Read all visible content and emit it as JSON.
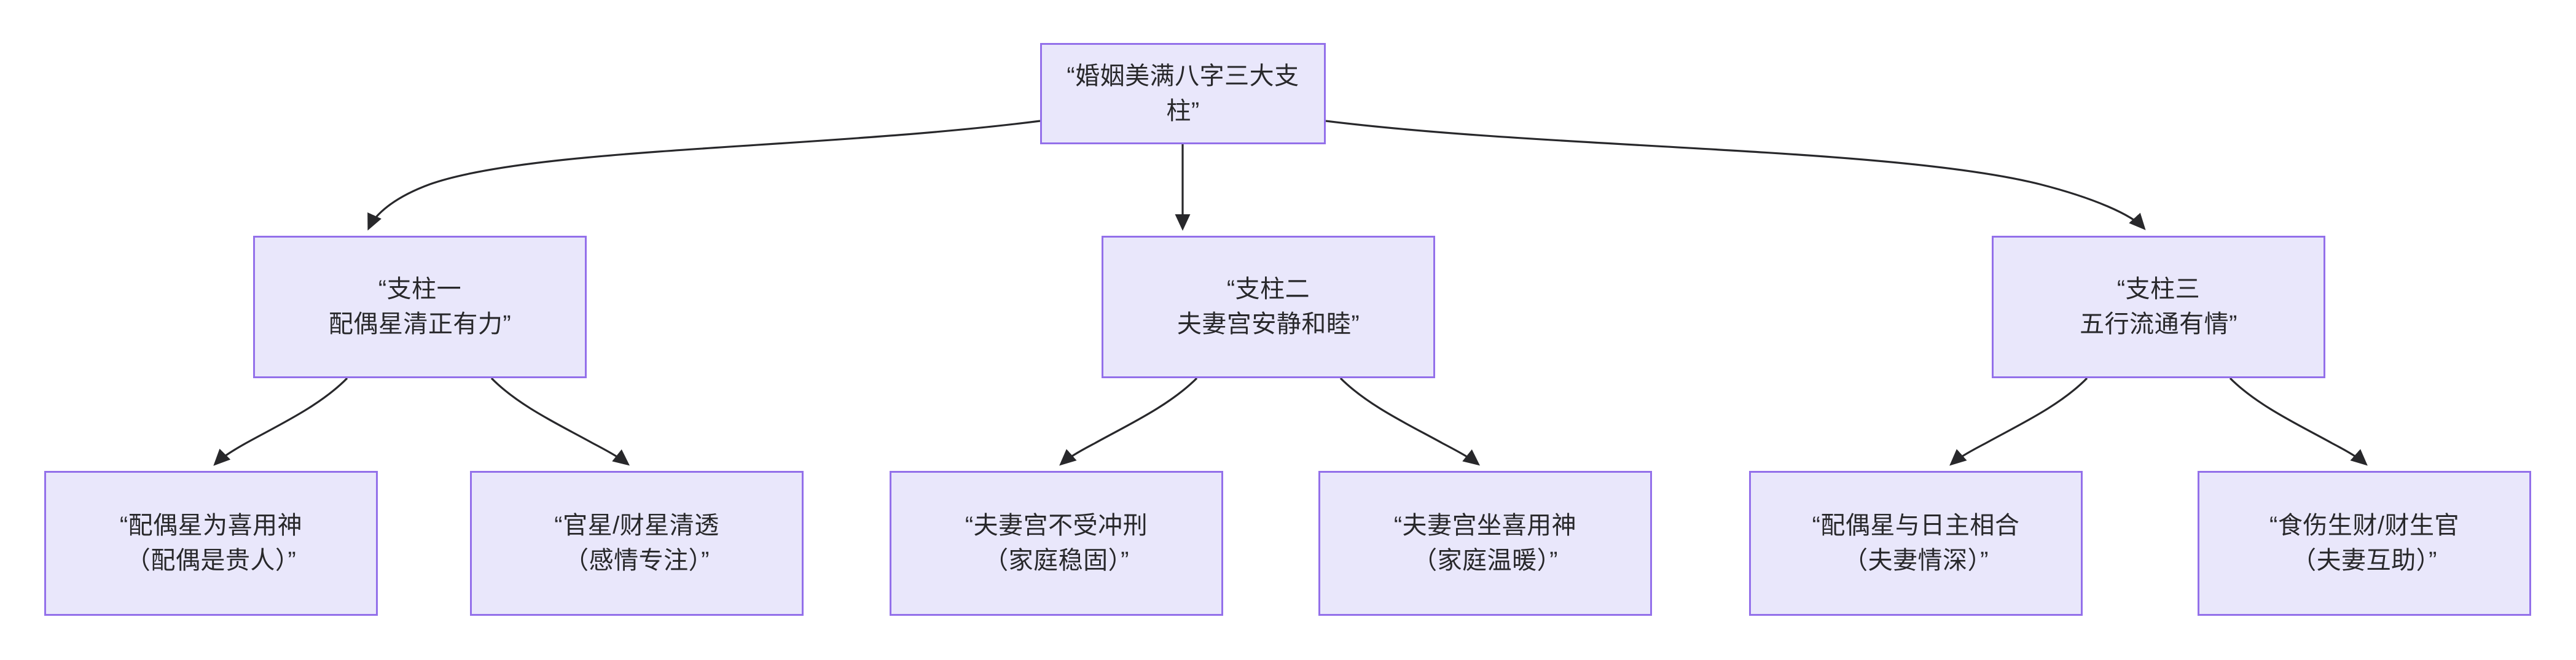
{
  "diagram": {
    "type": "flowchart-tree",
    "direction": "top-down",
    "background_color": "#ffffff",
    "node_fill_color": "#e9e7fb",
    "node_border_color": "#9370ea",
    "edge_color": "#28282b",
    "text_color": "#28282b",
    "root": {
      "id": "root",
      "label": "“婚姻美满八字三大支柱”"
    },
    "pillars": [
      {
        "id": "pillar-1",
        "label": "“支柱一\n配偶星清正有力”",
        "line1": "“支柱一",
        "line2": "配偶星清正有力”"
      },
      {
        "id": "pillar-2",
        "label": "“支柱二\n夫妻宫安静和睦”",
        "line1": "“支柱二",
        "line2": "夫妻宫安静和睦”"
      },
      {
        "id": "pillar-3",
        "label": "“支柱三\n五行流通有情”",
        "line1": "“支柱三",
        "line2": "五行流通有情”"
      }
    ],
    "leaves": [
      {
        "id": "leaf-1",
        "parent": "pillar-1",
        "label": "“配偶星为喜用神\n（配偶是贵人）”",
        "line1": "“配偶星为喜用神",
        "line2": "（配偶是贵人）”"
      },
      {
        "id": "leaf-2",
        "parent": "pillar-1",
        "label": "“官星/财星清透\n（感情专注）”",
        "line1": "“官星/财星清透",
        "line2": "（感情专注）”"
      },
      {
        "id": "leaf-3",
        "parent": "pillar-2",
        "label": "“夫妻宫不受冲刑\n（家庭稳固）”",
        "line1": "“夫妻宫不受冲刑",
        "line2": "（家庭稳固）”"
      },
      {
        "id": "leaf-4",
        "parent": "pillar-2",
        "label": "“夫妻宫坐喜用神\n（家庭温暖）”",
        "line1": "“夫妻宫坐喜用神",
        "line2": "（家庭温暖）”"
      },
      {
        "id": "leaf-5",
        "parent": "pillar-3",
        "label": "“配偶星与日主相合\n（夫妻情深）”",
        "line1": "“配偶星与日主相合",
        "line2": "（夫妻情深）”"
      },
      {
        "id": "leaf-6",
        "parent": "pillar-3",
        "label": "“食伤生财/财生官\n（夫妻互助）”",
        "line1": "“食伤生财/财生官",
        "line2": "（夫妻互助）”"
      }
    ],
    "edges": [
      {
        "from": "root",
        "to": "pillar-1"
      },
      {
        "from": "root",
        "to": "pillar-2"
      },
      {
        "from": "root",
        "to": "pillar-3"
      },
      {
        "from": "pillar-1",
        "to": "leaf-1"
      },
      {
        "from": "pillar-1",
        "to": "leaf-2"
      },
      {
        "from": "pillar-2",
        "to": "leaf-3"
      },
      {
        "from": "pillar-2",
        "to": "leaf-4"
      },
      {
        "from": "pillar-3",
        "to": "leaf-5"
      },
      {
        "from": "pillar-3",
        "to": "leaf-6"
      }
    ]
  }
}
